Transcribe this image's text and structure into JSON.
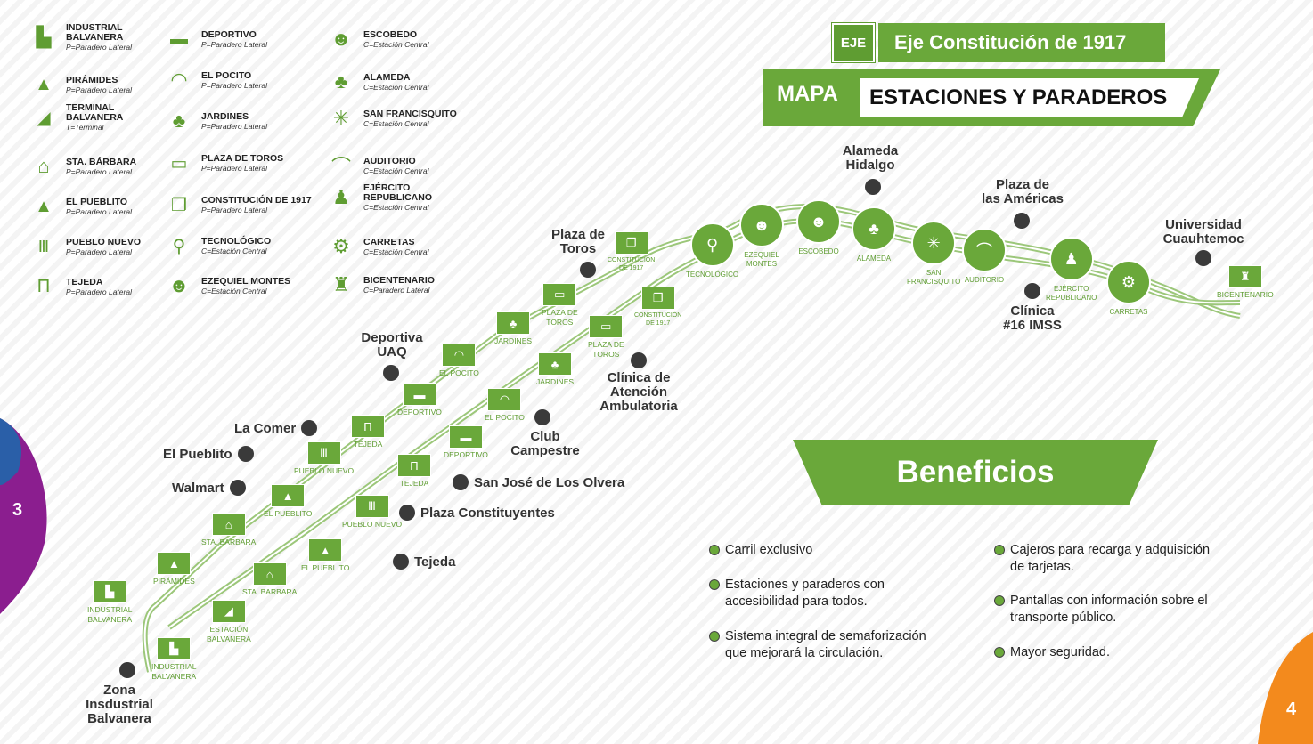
{
  "legend": [
    {
      "name": "INDUSTRIAL\nBALVANERA",
      "sub": "P=Paradero Lateral",
      "icon": "factory-icon",
      "glyph": "▙"
    },
    {
      "name": "PIRÁMIDES",
      "sub": "P=Paradero Lateral",
      "icon": "pyramids-icon",
      "glyph": "▲"
    },
    {
      "name": "TERMINAL\nBALVANERA",
      "sub": "T=Terminal",
      "icon": "terminal-icon",
      "glyph": "◢"
    },
    {
      "name": "STA. BÁRBARA",
      "sub": "P=Paradero Lateral",
      "icon": "church-icon",
      "glyph": "⌂"
    },
    {
      "name": "EL PUEBLITO",
      "sub": "P=Paradero Lateral",
      "icon": "pyramid-step-icon",
      "glyph": "▲"
    },
    {
      "name": "PUEBLO NUEVO",
      "sub": "P=Paradero Lateral",
      "icon": "arch-building-icon",
      "glyph": "Ⅲ"
    },
    {
      "name": "TEJEDA",
      "sub": "P=Paradero Lateral",
      "icon": "gate-icon",
      "glyph": "Π"
    },
    {
      "name": "DEPORTIVO",
      "sub": "P=Paradero Lateral",
      "icon": "stadium-icon",
      "glyph": "▬"
    },
    {
      "name": "EL POCITO",
      "sub": "P=Paradero Lateral",
      "icon": "well-icon",
      "glyph": "◠"
    },
    {
      "name": "JARDINES",
      "sub": "P=Paradero Lateral",
      "icon": "tree-icon",
      "glyph": "♣"
    },
    {
      "name": "PLAZA DE TOROS",
      "sub": "P=Paradero Lateral",
      "icon": "bullring-icon",
      "glyph": "▭"
    },
    {
      "name": "CONSTITUCIÓN DE 1917",
      "sub": "P=Paradero Lateral",
      "icon": "book-icon",
      "glyph": "❐"
    },
    {
      "name": "TECNOLÓGICO",
      "sub": "C=Estación Central",
      "icon": "network-icon",
      "glyph": "⚲"
    },
    {
      "name": "EZEQUIEL MONTES",
      "sub": "C=Estación Central",
      "icon": "portrait-icon",
      "glyph": "☻"
    },
    {
      "name": "ESCOBEDO",
      "sub": "C=Estación Central",
      "icon": "profile-icon",
      "glyph": "☻"
    },
    {
      "name": "ALAMEDA",
      "sub": "C=Estación Central",
      "icon": "trees-icon",
      "glyph": "♣"
    },
    {
      "name": "SAN FRANCISQUITO",
      "sub": "C=Estación Central",
      "icon": "agave-icon",
      "glyph": "✳"
    },
    {
      "name": "AUDITORIO",
      "sub": "C=Estación Central",
      "icon": "auditorium-icon",
      "glyph": "⌒"
    },
    {
      "name": "EJÉRCITO\nREPUBLICANO",
      "sub": "C=Estación Central",
      "icon": "soldier-icon",
      "glyph": "♟"
    },
    {
      "name": "CARRETAS",
      "sub": "C=Estación Central",
      "icon": "cart-icon",
      "glyph": "⚙"
    },
    {
      "name": "BICENTENARIO",
      "sub": "C=Paradero Lateral",
      "icon": "monument-icon",
      "glyph": "♜"
    }
  ],
  "header": {
    "logo": "EJE",
    "title": "Eje Constitución de 1917",
    "mapa": "MAPA",
    "subtitle": "ESTACIONES Y PARADEROS"
  },
  "stations": [
    {
      "label": "INDUSTRIAL\nBALVANERA",
      "glyph": "▙"
    },
    {
      "label": "PIRÁMIDES",
      "glyph": "▲"
    },
    {
      "label": "STA. BARBARA",
      "glyph": "⌂"
    },
    {
      "label": "EL PUEBLITO",
      "glyph": "▲"
    },
    {
      "label": "PUEBLO NUEVO",
      "glyph": "Ⅲ"
    },
    {
      "label": "TEJEDA",
      "glyph": "Π"
    },
    {
      "label": "DEPORTIVO",
      "glyph": "▬"
    },
    {
      "label": "EL POCITO",
      "glyph": "◠"
    },
    {
      "label": "JARDINES",
      "glyph": "♣"
    },
    {
      "label": "PLAZA DE\nTOROS",
      "glyph": "▭"
    },
    {
      "label": "CONSTITUCIÓN\nDE 1917",
      "glyph": "❐"
    },
    {
      "label": "INDUSTRIAL\nBALVANERA",
      "glyph": "▙"
    },
    {
      "label": "ESTACIÓN\nBALVANERA",
      "glyph": "◢"
    },
    {
      "label": "STA. BARBARA",
      "glyph": "⌂"
    },
    {
      "label": "EL PUEBLITO",
      "glyph": "▲"
    },
    {
      "label": "PUEBLO NUEVO",
      "glyph": "Ⅲ"
    },
    {
      "label": "TEJEDA",
      "glyph": "Π"
    },
    {
      "label": "DEPORTIVO",
      "glyph": "▬"
    },
    {
      "label": "EL POCITO",
      "glyph": "◠"
    },
    {
      "label": "JARDINES",
      "glyph": "♣"
    },
    {
      "label": "PLAZA DE\nTOROS",
      "glyph": "▭"
    },
    {
      "label": "CONSTITUCIÓN\nDE 1917",
      "glyph": "❐"
    },
    {
      "label": "BICENTENARIO",
      "glyph": "♜"
    }
  ],
  "central": [
    {
      "label": "TECNOLÓGICO",
      "glyph": "⚲"
    },
    {
      "label": "EZEQUIEL\nMONTES",
      "glyph": "☻"
    },
    {
      "label": "ESCOBEDO",
      "glyph": "☻"
    },
    {
      "label": "ALAMEDA",
      "glyph": "♣"
    },
    {
      "label": "SAN\nFRANCISQUITO",
      "glyph": "✳"
    },
    {
      "label": "AUDITORIO",
      "glyph": "⌒"
    },
    {
      "label": "EJÉRCITO\nREPUBLICANO",
      "glyph": "♟"
    },
    {
      "label": "CARRETAS",
      "glyph": "⚙"
    }
  ],
  "landmarks": {
    "zona": "Zona\nInsdustrial\nBalvanera",
    "tejeda": "Tejeda",
    "plaza_const": "Plaza Constituyentes",
    "san_jose": "San José de Los Olvera",
    "walmart": "Walmart",
    "pueblito": "El Pueblito",
    "comer": "La Comer",
    "deportiva": "Deportiva\nUAQ",
    "club": "Club\nCampestre",
    "clinica_aten": "Clínica de\nAtención\nAmbulatoria",
    "plaza_toros": "Plaza de\nToros",
    "alameda": "Alameda\nHidalgo",
    "americas": "Plaza de\nlas Américas",
    "clinica16": "Clínica\n#16 IMSS",
    "universidad": "Universidad\nCuauhtemoc"
  },
  "beneficios": {
    "title": "Beneficios",
    "items": [
      "Carril exclusivo",
      "Estaciones y paraderos con\naccesibilidad para todos.",
      "Sistema integral de semaforización\nque mejorará la circulación.",
      "Cajeros para recarga y adquisición\nde tarjetas.",
      "Pantallas con información sobre el\ntransporte público.",
      "Mayor seguridad."
    ]
  },
  "pages": {
    "left": "3",
    "right": "4"
  },
  "colors": {
    "green": "#6aa83a",
    "dark_green": "#5f9d32",
    "route": "#9cc77a",
    "purple": "#8b1e8f",
    "orange": "#f38a1d",
    "blue": "#2a5fa8"
  }
}
